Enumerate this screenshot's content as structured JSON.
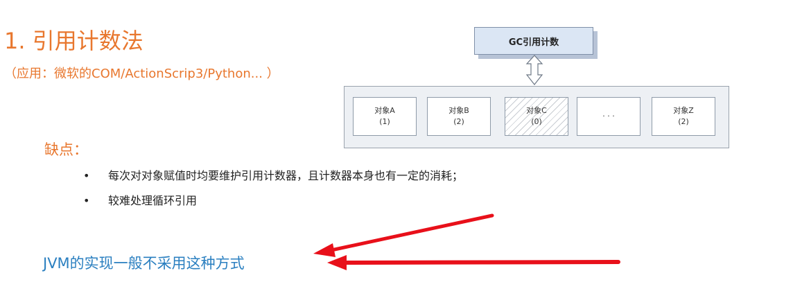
{
  "slide": {
    "title": "1. 引用计数法",
    "subtitle": "（应用：微软的COM/ActionScrip3/Python... ）",
    "drawbacks_label": "缺点：",
    "bullet_symbol": "•",
    "bullets": [
      "每次对对象赋值时均要维护引用计数器，且计数器本身也有一定的消耗；",
      "较难处理循环引用"
    ],
    "conclusion": "JVM的实现一般不采用这种方式"
  },
  "diagram": {
    "gc_box_label": "GC引用计数",
    "objects": [
      {
        "name": "对象A",
        "count": "(1)",
        "hatched": false
      },
      {
        "name": "对象B",
        "count": "(2)",
        "hatched": false
      },
      {
        "name": "对象C",
        "count": "(0)",
        "hatched": true
      },
      {
        "name": "",
        "count": "· · ·",
        "hatched": false
      },
      {
        "name": "对象Z",
        "count": "(2)",
        "hatched": false
      }
    ]
  },
  "colors": {
    "heading": "#e8772e",
    "conclusion": "#2a7fc0",
    "arrow": "#e8101a"
  },
  "icons": {
    "connector": "double-arrow-vertical-icon",
    "annotation": "red-arrow-icon"
  }
}
